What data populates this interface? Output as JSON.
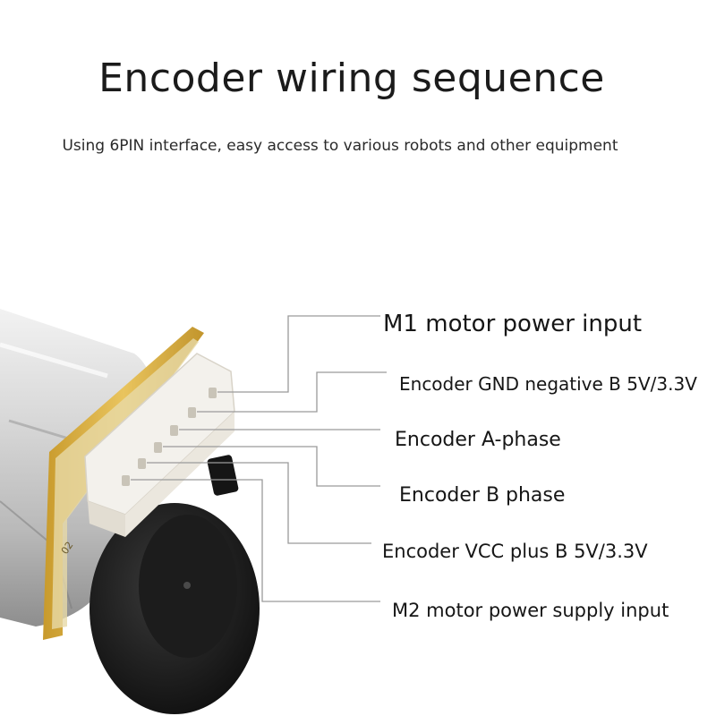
{
  "title": "Encoder wiring sequence",
  "subtitle": "Using 6PIN interface, easy access to various robots and other equipment",
  "pins": [
    {
      "label": "M1 motor power input"
    },
    {
      "label": "Encoder GND negative B 5V/3.3V"
    },
    {
      "label": "Encoder A-phase"
    },
    {
      "label": "Encoder B phase"
    },
    {
      "label": "Encoder VCC plus B 5V/3.3V"
    },
    {
      "label": "M2 motor power supply input"
    }
  ],
  "board_marking": "02",
  "colors": {
    "leader_line": "#9a9a9a",
    "pcb_edge": "#d9b24a",
    "connector": "#f4f1ea",
    "encoder_disc": "#1a1a1a",
    "motor_can": "#c8c8c8"
  }
}
